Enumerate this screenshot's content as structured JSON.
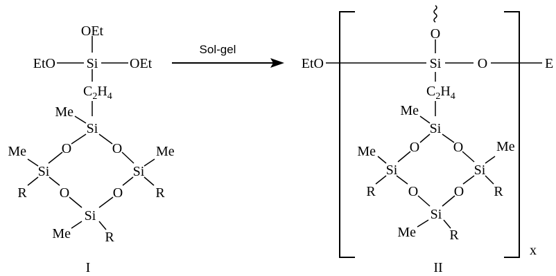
{
  "scheme": {
    "arrow_label": "Sol-gel",
    "compound_I": {
      "label": "I",
      "oet": "OEt",
      "eto": "EtO",
      "si": "Si",
      "c2h4_c": "C",
      "c2h4_sub1": "2",
      "c2h4_h": "H",
      "c2h4_sub2": "4",
      "me": "Me",
      "o": "O",
      "r": "R"
    },
    "compound_II": {
      "label": "II",
      "eto": "EtO",
      "et_cut": "E",
      "si": "Si",
      "o": "O",
      "c2h4_c": "C",
      "c2h4_sub1": "2",
      "c2h4_h": "H",
      "c2h4_sub2": "4",
      "me": "Me",
      "r": "R",
      "repeat_subscript": "x"
    }
  }
}
